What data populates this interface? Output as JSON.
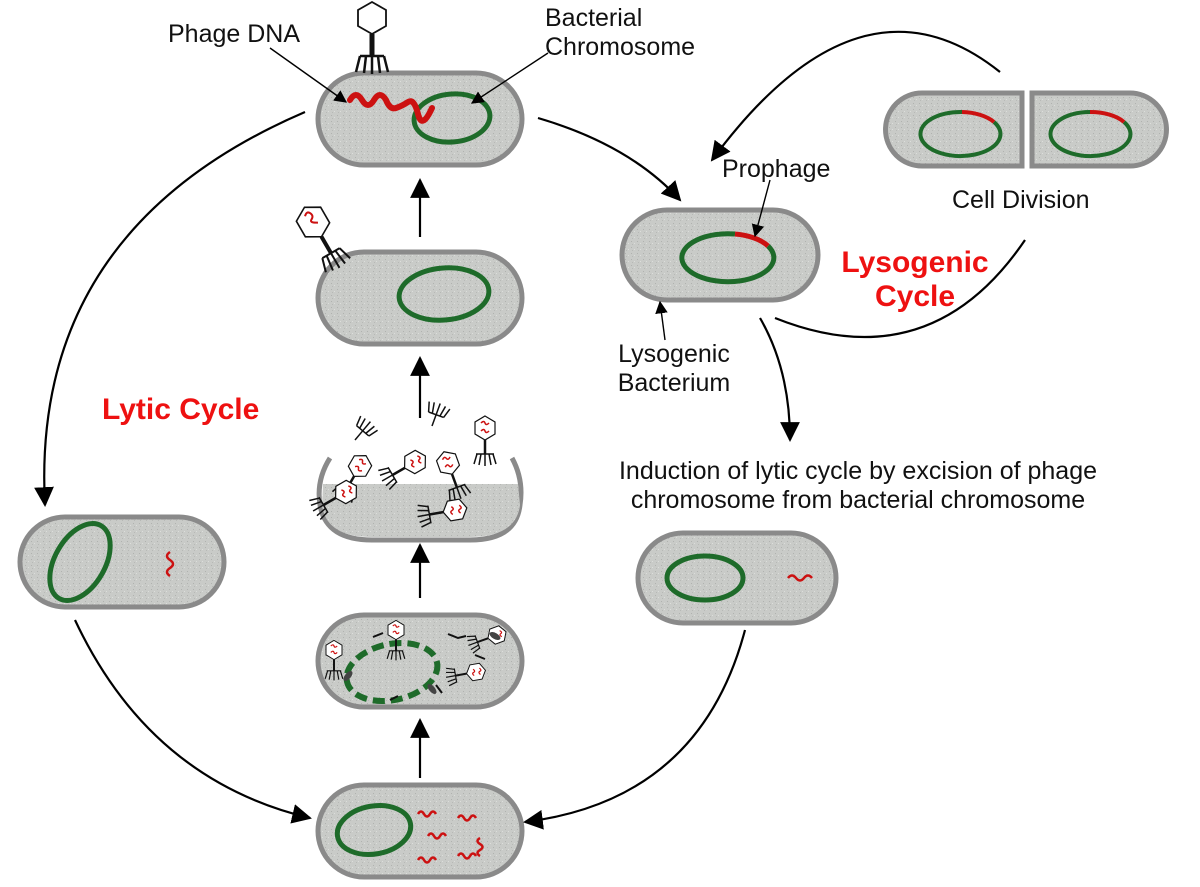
{
  "labels": {
    "phage_dna": "Phage DNA",
    "bacterial_chromosome": [
      "Bacterial",
      "Chromosome"
    ],
    "prophage": "Prophage",
    "cell_division": "Cell Division",
    "lysogenic_cycle": [
      "Lysogenic",
      "Cycle"
    ],
    "lysogenic_bacterium": [
      "Lysogenic",
      "Bacterium"
    ],
    "lytic_cycle": "Lytic Cycle",
    "induction": [
      "Induction of lytic cycle by excision of phage",
      "chromosome from bacterial chromosome"
    ]
  },
  "colors": {
    "cycle_title": "#ee1111",
    "chromosome": "#1e6b2a",
    "phage_dna": "#cc1111",
    "cell_fill": "#c9cbc8",
    "cell_wall": "#8a8a8a",
    "arrow": "#000000"
  }
}
